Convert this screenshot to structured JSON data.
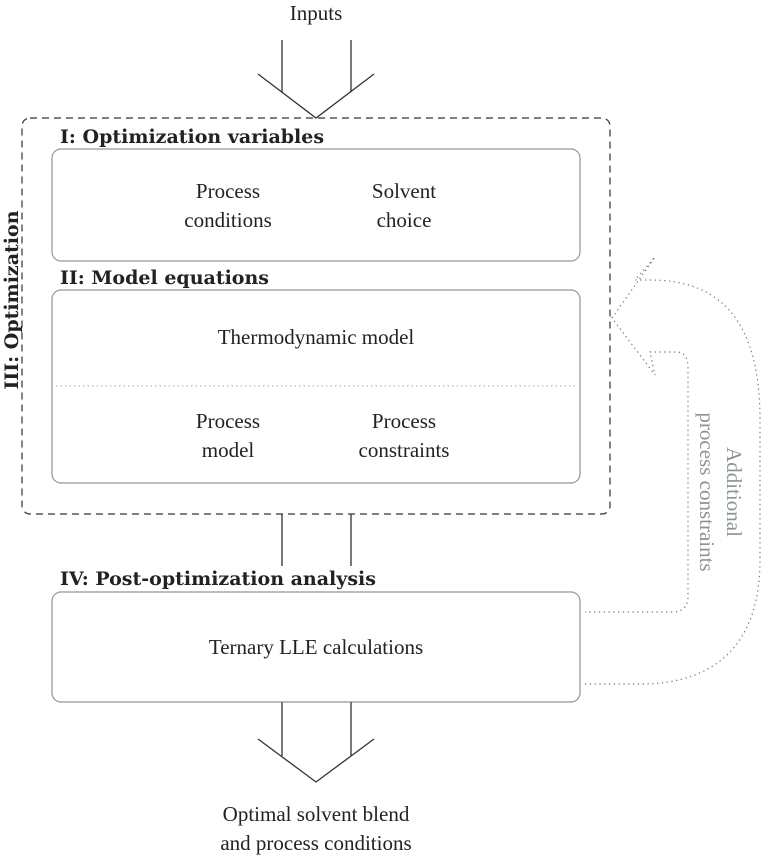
{
  "inputs": "Inputs",
  "optimization_label": "III: Optimization",
  "section1": {
    "title": "I: Optimization variables",
    "items": [
      [
        "Process",
        "conditions"
      ],
      [
        "Solvent",
        "choice"
      ]
    ]
  },
  "section2": {
    "title": "II: Model equations",
    "top": "Thermodynamic model",
    "items": [
      [
        "Process",
        "model"
      ],
      [
        "Process",
        "constraints"
      ]
    ]
  },
  "section4": {
    "title": "IV: Post-optimization analysis",
    "item": "Ternary LLE calculations"
  },
  "feedback": [
    "Additional",
    "process constraints"
  ],
  "output": [
    "Optimal solvent blend",
    "and process conditions"
  ],
  "colors": {
    "box_border": "#8a9a96",
    "feedback_text": "#8a9592",
    "text": "#222222"
  }
}
